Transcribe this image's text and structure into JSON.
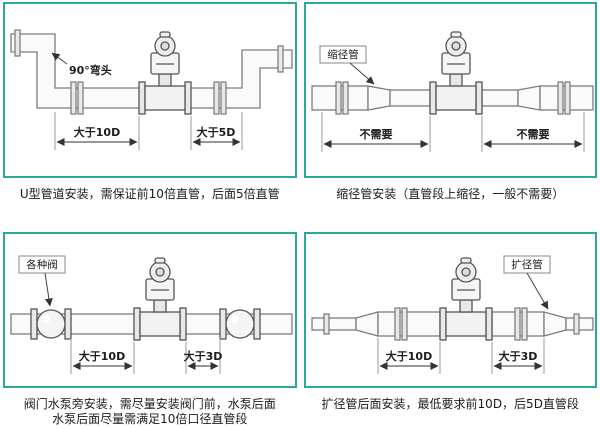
{
  "theme": {
    "panel_border_color": "#2BA89E",
    "caption_color": "#1C1C1C",
    "pipe_line_color": "#7D7D7D",
    "dimension_line_color": "#333333"
  },
  "panels": [
    {
      "id": "u-pipe",
      "labels": {
        "elbow": "90°弯头",
        "dim_left": "大于10D",
        "dim_right": "大于5D"
      },
      "caption": "U型管道安装，需保证前10倍直管，后面5倍直管"
    },
    {
      "id": "reducer",
      "labels": {
        "part": "缩径管",
        "dim_left": "不需要",
        "dim_right": "不需要"
      },
      "caption": "缩径管安装（直管段上缩径，一般不需要）"
    },
    {
      "id": "valve-pump",
      "labels": {
        "part": "各种阀",
        "dim_left": "大于10D",
        "dim_right": "大于3D"
      },
      "caption": "阀门水泵旁安装，需尽量安装阀门前，水泵后面\n水泵后面尽量需满足10倍口径直管段"
    },
    {
      "id": "expander",
      "labels": {
        "part": "扩径管",
        "dim_left": "大于10D",
        "dim_right": "大于3D"
      },
      "caption": "扩径管后面安装，最低要求前10D，后5D直管段"
    }
  ]
}
